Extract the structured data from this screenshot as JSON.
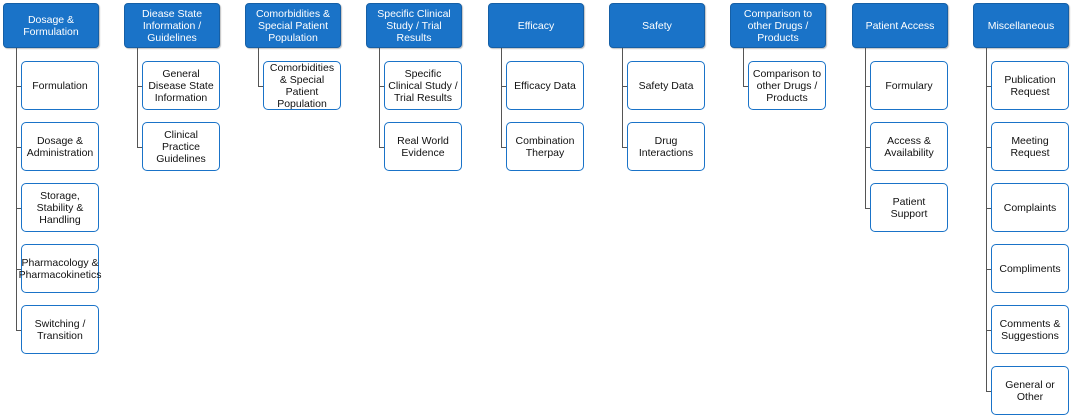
{
  "colors": {
    "header_fill": "#1a73c8",
    "child_border": "#1a73c8",
    "connector": "#555555"
  },
  "columns": [
    {
      "id": "dosage-formulation",
      "title": "Dosage & Formulation",
      "items": [
        "Formulation",
        "Dosage & Administration",
        "Storage, Stability & Handling",
        "Pharmacology & Pharmacokinetics",
        "Switching / Transition"
      ]
    },
    {
      "id": "disease-state",
      "title": "Diease State Information / Guidelines",
      "items": [
        "General Disease State Information",
        "Clinical Practice Guidelines"
      ]
    },
    {
      "id": "comorbidities",
      "title": "Comorbidities & Special Patient Population",
      "items": [
        "Comorbidities & Special Patient Population"
      ]
    },
    {
      "id": "clinical-study",
      "title": "Specific Clinical Study / Trial Results",
      "items": [
        "Specific Clinical Study / Trial Results",
        "Real World Evidence"
      ]
    },
    {
      "id": "efficacy",
      "title": "Efficacy",
      "items": [
        "Efficacy Data",
        "Combination Therpay"
      ]
    },
    {
      "id": "safety",
      "title": "Safety",
      "items": [
        "Safety Data",
        "Drug Interactions"
      ]
    },
    {
      "id": "comparison",
      "title": "Comparison to other Drugs / Products",
      "items": [
        "Comparison to other Drugs / Products"
      ]
    },
    {
      "id": "patient-access",
      "title": "Patient Access",
      "items": [
        "Formulary",
        "Access & Availability",
        "Patient Support"
      ]
    },
    {
      "id": "miscellaneous",
      "title": "Miscellaneous",
      "items": [
        "Publication Request",
        "Meeting Request",
        "Complaints",
        "Compliments",
        "Comments & Suggestions",
        "General or Other"
      ]
    }
  ]
}
